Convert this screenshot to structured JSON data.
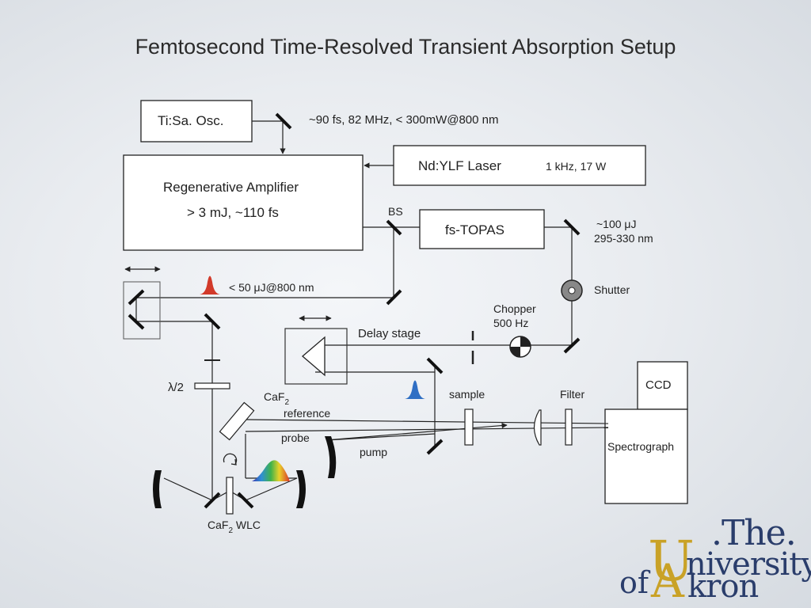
{
  "title": "Femtosecond Time-Resolved Transient Absorption Setup",
  "labels": {
    "osc": "Ti:Sa. Osc.",
    "osc_spec": "~90 fs, 82 MHz, < 300mW@800 nm",
    "ndylf": "Nd:YLF Laser",
    "ndylf_spec": "1 kHz, 17 W",
    "regen_line1": "Regenerative Amplifier",
    "regen_line2": "> 3 mJ, ~110 fs",
    "bs": "BS",
    "topas": "fs-TOPAS",
    "topas_spec1": "~100 μJ",
    "topas_spec2": "295-330 nm",
    "probe_energy": "< 50 μJ@800 nm",
    "shutter": "Shutter",
    "chopper1": "Chopper",
    "chopper2": "500 Hz",
    "delay_stage": "Delay stage",
    "lambda_half": "λ/2",
    "caf2_top_base": "CaF",
    "caf2_top_sub": "2",
    "reference": "reference",
    "probe": "probe",
    "pump": "pump",
    "sample": "sample",
    "filter": "Filter",
    "ccd": "CCD",
    "spectrograph": "Spectrograph",
    "caf2_wlc_base": "CaF",
    "caf2_wlc_sub": "2",
    "wlc": " WLC"
  },
  "logo": {
    "the": ".The.",
    "u": "U",
    "niversity": "niversity",
    "of": "of",
    "a": "A",
    "kron": "kron"
  },
  "colors": {
    "red_pulse": "#d23a2a",
    "blue_pulse": "#2f6fc4",
    "logo_navy": "#2a3d6b",
    "logo_gold": "#c9a227"
  }
}
